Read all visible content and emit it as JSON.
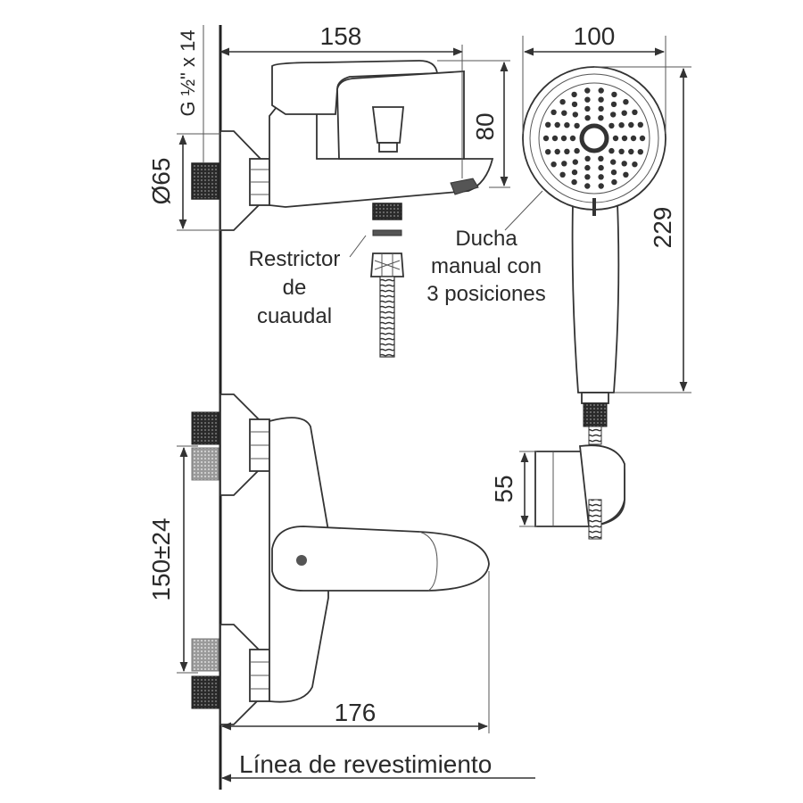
{
  "dimensions": {
    "top_width": "158",
    "thread": "G ½\" x 14",
    "diameter": "Ø65",
    "height_spout": "80",
    "shower_width": "100",
    "shower_length": "229",
    "holder_height": "55",
    "center_distance": "150±24",
    "bottom_width": "176"
  },
  "labels": {
    "restrictor_line1": "Restrictor",
    "restrictor_line2": "de",
    "restrictor_line3": "cuaudal",
    "shower_line1": "Ducha",
    "shower_line2": "manual con",
    "shower_line3": "3 posiciones",
    "wall_line": "Línea de revestimiento"
  }
}
